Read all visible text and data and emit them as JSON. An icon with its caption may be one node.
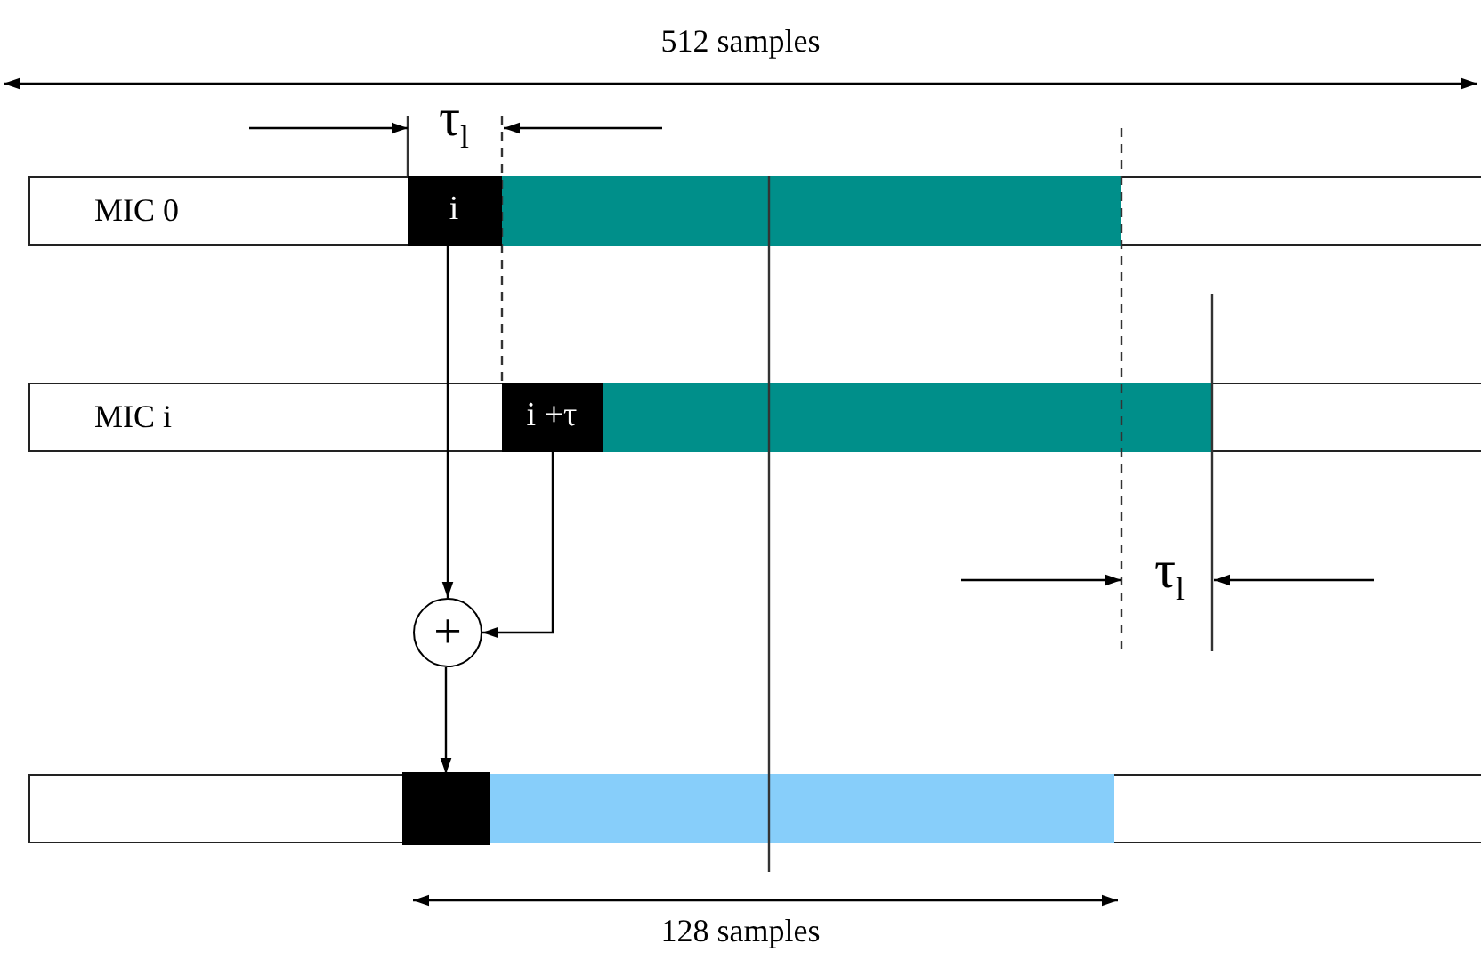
{
  "diagram": {
    "nodes": [
      {
        "text": [
          "MIC 0"
        ]
      },
      {
        "text": [
          "i"
        ],
        "in": 0
      },
      {
        "text": [],
        "shape": "bar",
        "in": 0
      },
      {
        "text": [
          "MIC i"
        ]
      },
      {
        "text": [
          "i +τ"
        ],
        "in": 3
      },
      {
        "text": [],
        "shape": "bar",
        "in": 3
      },
      {
        "text": [
          "+"
        ]
      },
      {
        "text": [],
        "shape": "bar"
      },
      {
        "text": [],
        "shape": "box",
        "in": 7
      },
      {
        "text": [],
        "shape": "bar",
        "in": 7
      }
    ],
    "edges": [
      {
        "from": 1,
        "to": 6,
        "arrow": "to"
      },
      {
        "from": 4,
        "to": 6,
        "arrow": "to"
      },
      {
        "from": 6,
        "to": 8,
        "arrow": "to"
      }
    ],
    "labels": [
      "512 samples",
      "τ$_{l}$",
      "τ$_{l}$",
      "128 samples"
    ]
  }
}
